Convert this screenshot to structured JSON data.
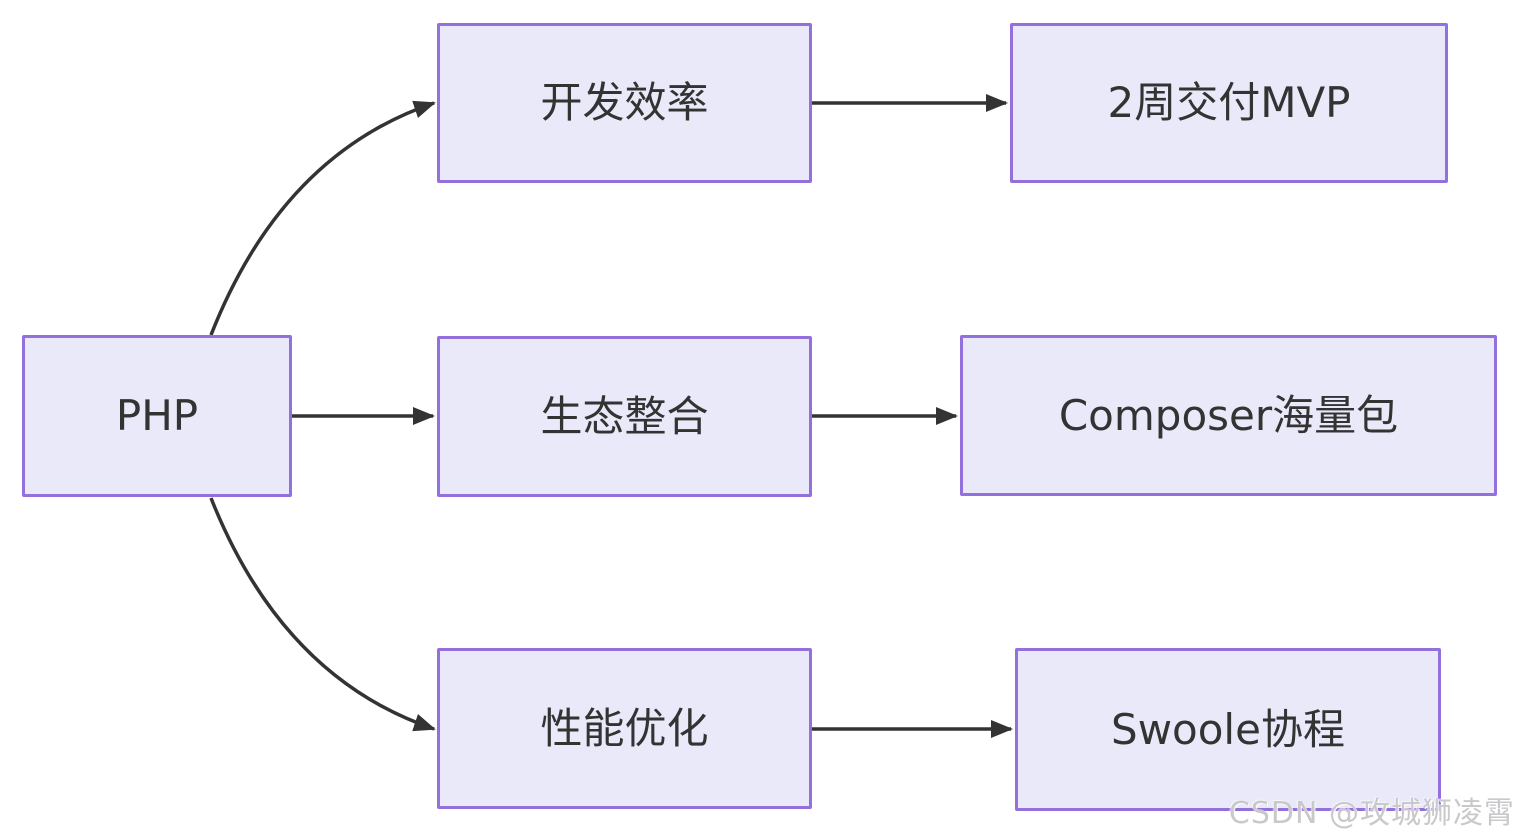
{
  "theme": {
    "bg": "#ffffff",
    "node_fill": "#e9e9fa",
    "node_border": "#9370db",
    "text_color": "#333333",
    "line_color": "#333333",
    "watermark_color": "#c9c9cc"
  },
  "diagram": {
    "type": "flowchart",
    "direction": "left-to-right",
    "nodes": {
      "php": {
        "label": "PHP"
      },
      "dev": {
        "label": "开发效率"
      },
      "mvp": {
        "label": "2周交付MVP"
      },
      "eco": {
        "label": "生态整合"
      },
      "composer": {
        "label": "Composer海量包"
      },
      "perf": {
        "label": "性能优化"
      },
      "swoole": {
        "label": "Swoole协程"
      }
    },
    "edges": [
      {
        "from": "php",
        "to": "dev",
        "style": "curved-up"
      },
      {
        "from": "php",
        "to": "eco",
        "style": "straight"
      },
      {
        "from": "php",
        "to": "perf",
        "style": "curved-down"
      },
      {
        "from": "dev",
        "to": "mvp",
        "style": "straight"
      },
      {
        "from": "eco",
        "to": "composer",
        "style": "straight"
      },
      {
        "from": "perf",
        "to": "swoole",
        "style": "straight"
      }
    ]
  },
  "watermark": {
    "text": "CSDN @攻城狮凌霄"
  }
}
